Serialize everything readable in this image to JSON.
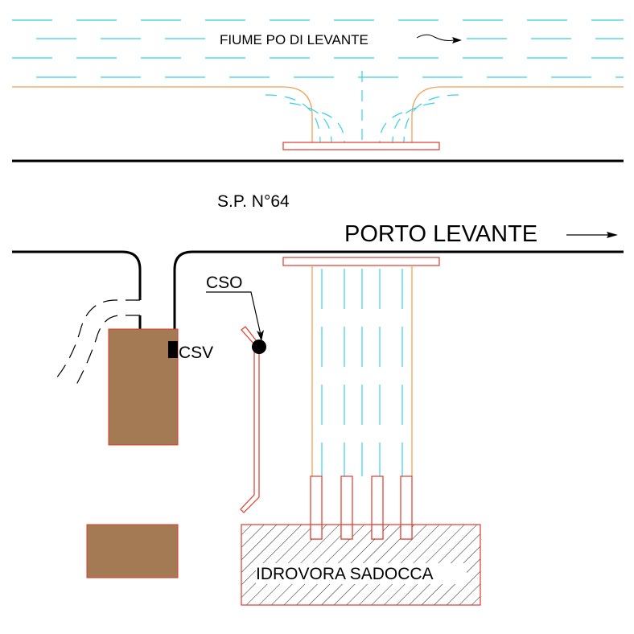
{
  "labels": {
    "river": "FIUME PO DI LEVANTE",
    "road": "S.P. N°64",
    "destination": "PORTO LEVANTE",
    "cso": "CSO",
    "csv": "CSV",
    "pump_station": "IDROVORA SADOCCA"
  },
  "colors": {
    "water": "#35d0e8",
    "orange": "#f0a050",
    "red": "#e03a2a",
    "building": "#a47a55",
    "road": "#000000",
    "hatch": "#222222"
  }
}
